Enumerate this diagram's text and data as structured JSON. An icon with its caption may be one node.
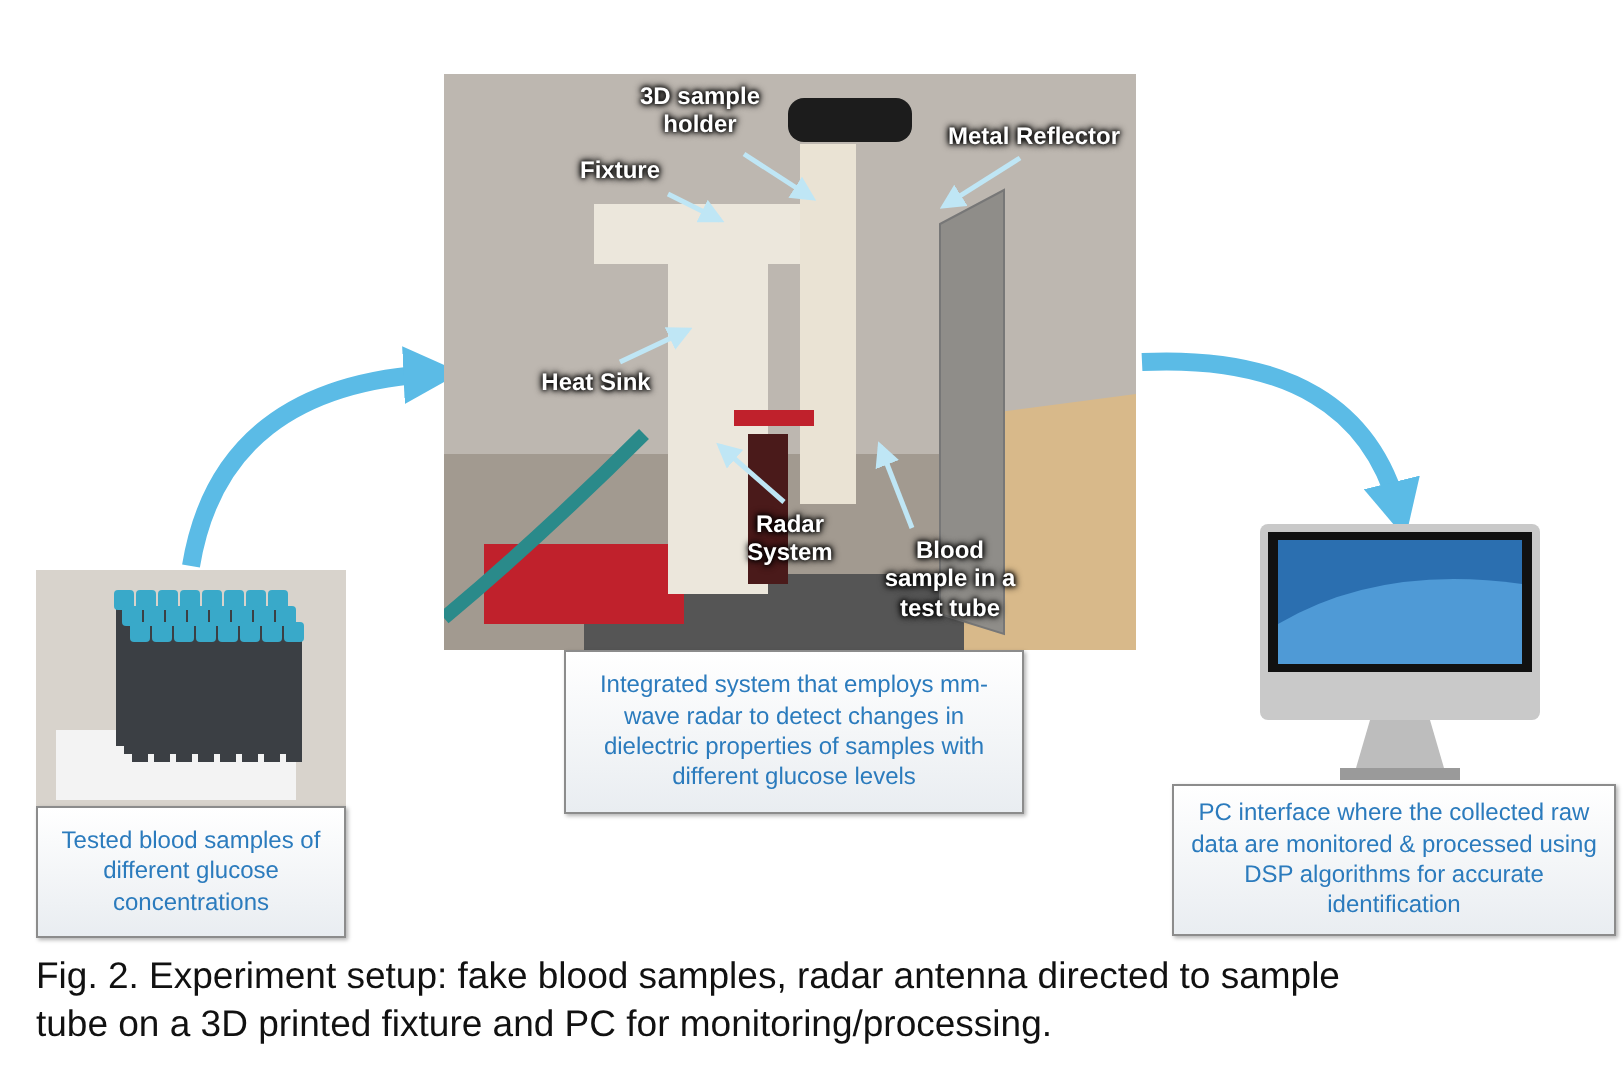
{
  "diagram": {
    "caption": "Fig.  2. Experiment setup: fake blood samples, radar antenna directed to sample tube on a 3D printed fixture and PC for monitoring/processing.",
    "nodes": [
      {
        "text": [],
        "shape": "picture"
      },
      {
        "text": [
          "Tested blood samples of different glucose concentrations"
        ]
      },
      {
        "text": [],
        "shape": "picture"
      },
      {
        "text": [
          "Integrated system that employs mm-wave radar to detect changes in dielectric properties of samples with different glucose levels"
        ]
      },
      {
        "text": [],
        "shape": "picture"
      },
      {
        "text": [
          "PC interface where the collected raw data are monitored & processed using DSP algorithms for accurate identification"
        ]
      },
      {
        "text": [
          "3D sample holder"
        ],
        "in": 2
      },
      {
        "text": [
          "Fixture"
        ],
        "in": 2
      },
      {
        "text": [
          "Metal Reflector"
        ],
        "in": 2
      },
      {
        "text": [
          "Heat Sink"
        ],
        "in": 2
      },
      {
        "text": [
          "Radar System"
        ],
        "in": 2
      },
      {
        "text": [
          "Blood sample in a test tube"
        ],
        "in": 2
      }
    ],
    "edges": [
      {
        "from": 0,
        "to": 2,
        "arrow": "to",
        "style": "thick",
        "color": "#5bbbe6"
      },
      {
        "from": 2,
        "to": 4,
        "arrow": "to",
        "style": "thick",
        "color": "#5bbbe6"
      },
      {
        "from": 6,
        "to": null,
        "arrow": "to"
      },
      {
        "from": 7,
        "to": null,
        "arrow": "to"
      },
      {
        "from": 8,
        "to": null,
        "arrow": "to"
      },
      {
        "from": 9,
        "to": null,
        "arrow": "to"
      },
      {
        "from": 10,
        "to": null,
        "arrow": "to"
      },
      {
        "from": 11,
        "to": null,
        "arrow": "to"
      }
    ]
  }
}
